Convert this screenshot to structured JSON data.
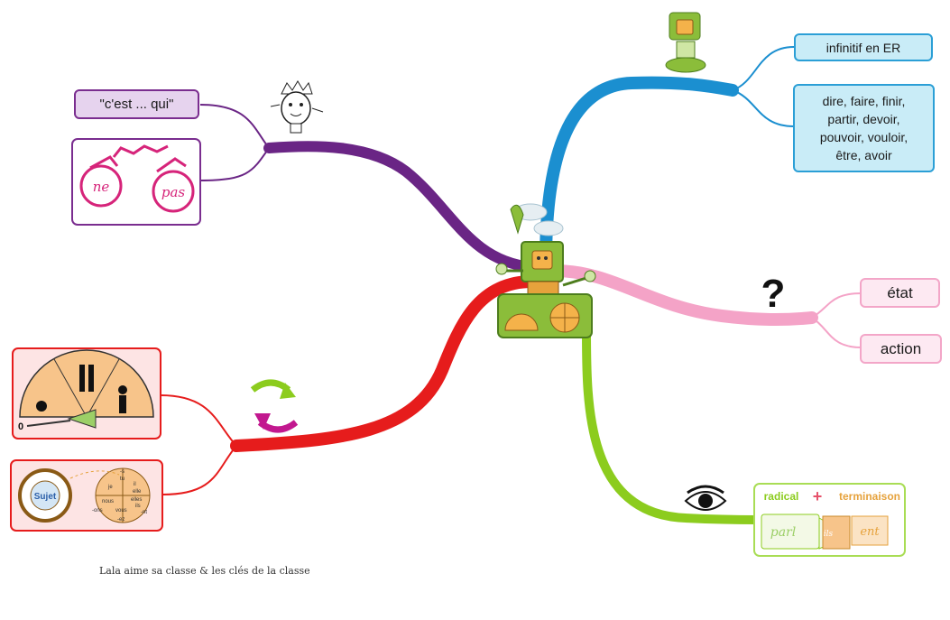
{
  "nodes": {
    "infinitif": "infinitif en ER",
    "verbs_list": [
      "dire, faire, finir,",
      "partir, devoir,",
      "pouvoir, vouloir,",
      "être, avoir"
    ],
    "etat": "état",
    "action": "action",
    "cest_qui": "\"c'est ... qui\""
  },
  "images": {
    "negation": {
      "left_cuff": "ne",
      "right_cuff": "pas"
    },
    "radical_card": {
      "radical": "radical",
      "plus": "+",
      "terminaison": "terminaison",
      "stem": "parl",
      "ending": "ent",
      "pronoun": "ils"
    },
    "age_gauge": {
      "zero": "0"
    },
    "subject_wheel": {
      "sujet": "Sujet",
      "pronouns": [
        "je",
        "tu",
        "il",
        "elle",
        "nous",
        "vous",
        "ils",
        "elles"
      ],
      "endings": [
        "-s",
        "-ons",
        "-ez",
        "-nt"
      ]
    },
    "question_mark": "?"
  },
  "footer": "Lala aime sa classe & les clés de la classe",
  "colors": {
    "blue_branch": "#1b8fd0",
    "pink_branch": "#f4a3c7",
    "green_branch": "#8ccc1e",
    "red_branch": "#e61c1c",
    "purple_branch": "#6a2585",
    "robot_green": "#8bbd3a"
  }
}
